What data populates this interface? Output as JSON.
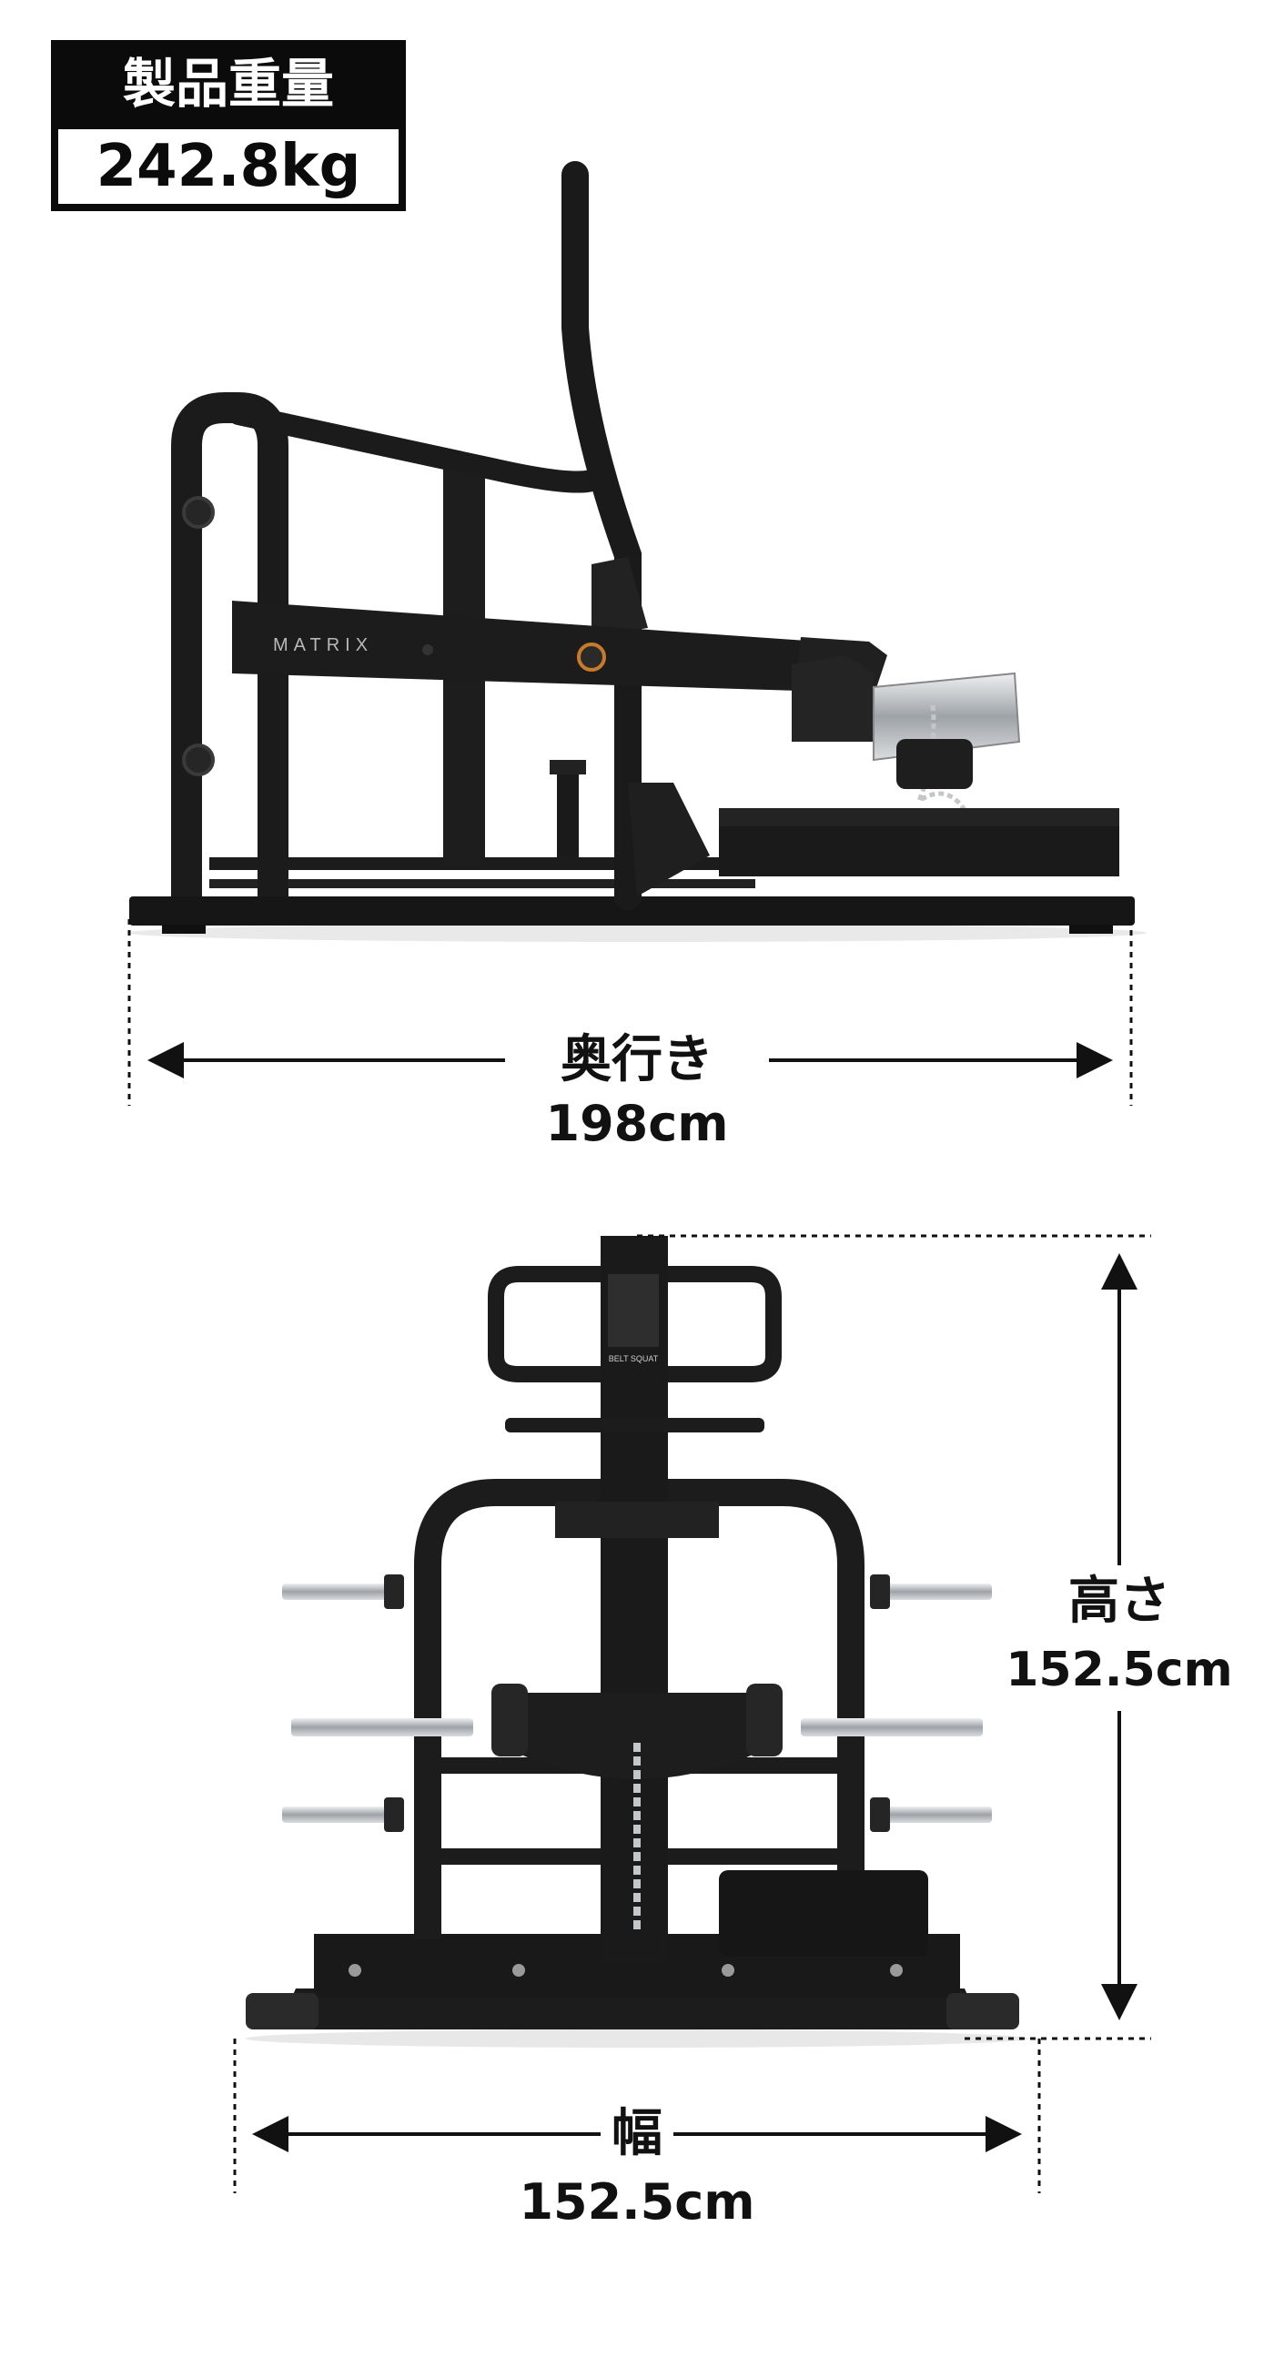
{
  "weight": {
    "label": "製品重量",
    "value": "242.8kg"
  },
  "side_view": {
    "brand": "MATRIX",
    "dimension_label": "奥行き",
    "dimension_value": "198cm"
  },
  "front_view": {
    "height_label": "高さ",
    "height_value": "152.5cm",
    "width_label": "幅",
    "width_value": "152.5cm",
    "sticker_text": "BELT SQUAT"
  },
  "colors": {
    "frame": "#1a1a1a",
    "frame_light": "#2c2c2c",
    "accent_ring": "#c77a2a",
    "chrome": "#bfc3c7",
    "dimension_line": "#111111"
  }
}
